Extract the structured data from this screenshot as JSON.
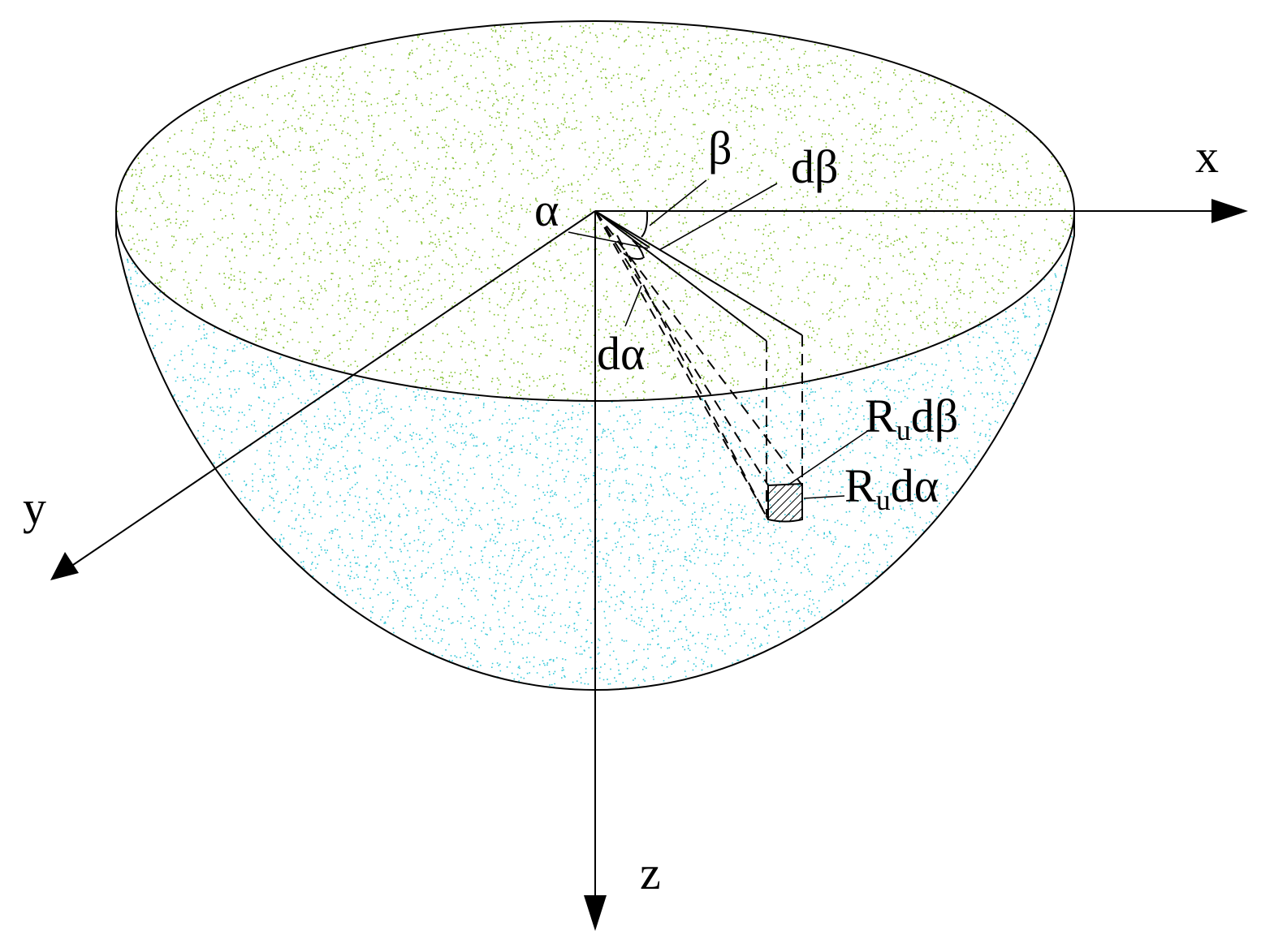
{
  "colors": {
    "background": "#ffffff",
    "stroke": "#000000",
    "top_speckle": "#7fbf2a",
    "side_speckle": "#35c8d8"
  },
  "axes": {
    "x": "x",
    "y": "y",
    "z": "z"
  },
  "angles": {
    "alpha": "α",
    "beta": "β",
    "d_alpha": "dα",
    "d_beta": "dβ"
  },
  "element": {
    "beta_side": {
      "main": "R",
      "sub": "u",
      "tail": "dβ"
    },
    "alpha_side": {
      "main": "R",
      "sub": "u",
      "tail": "dα"
    }
  }
}
